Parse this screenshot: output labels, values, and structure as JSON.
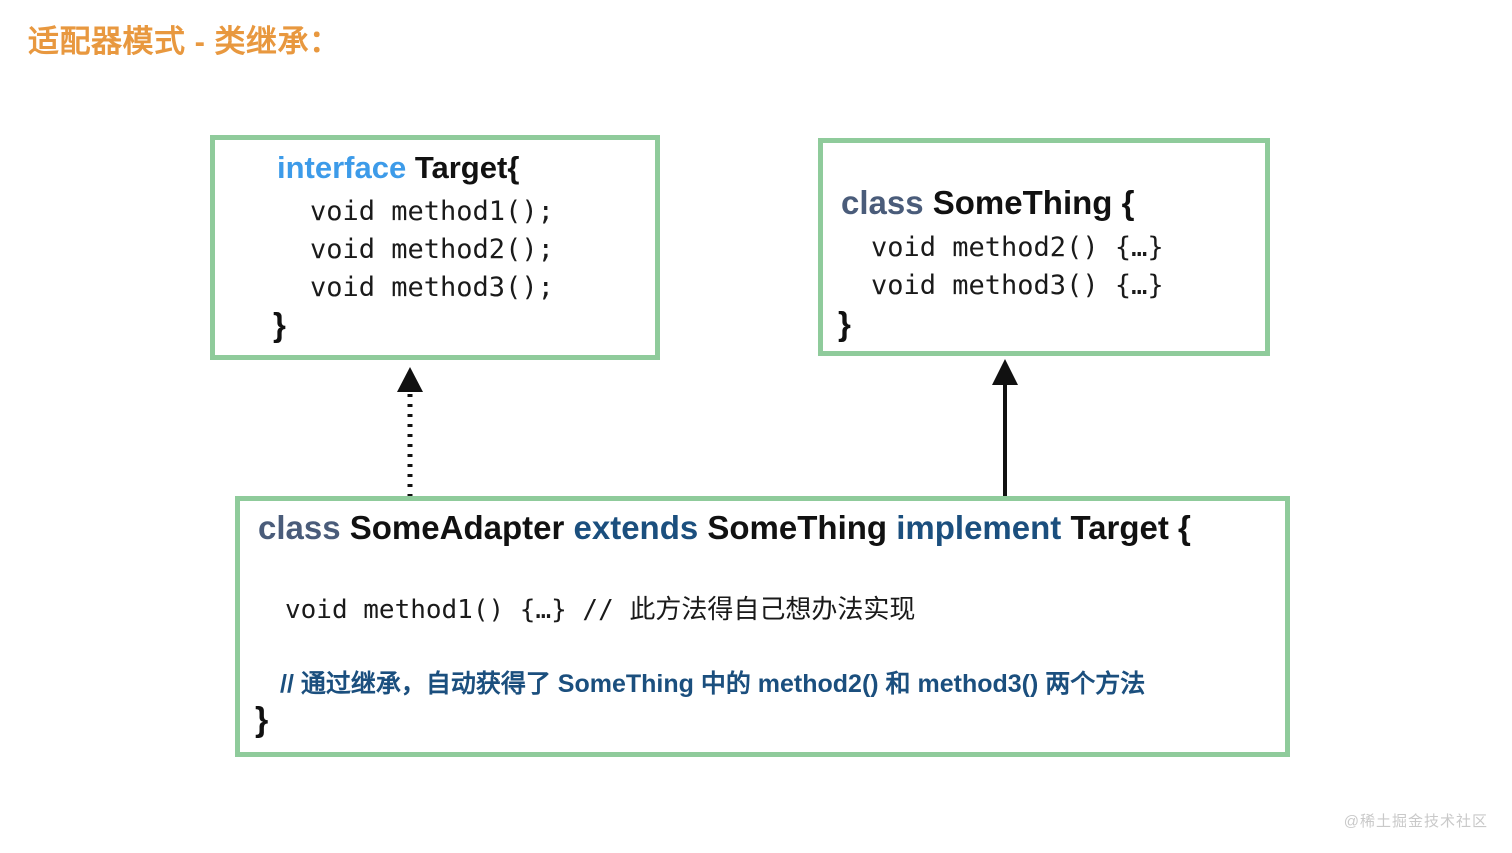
{
  "slide": {
    "title": "适配器模式 - 类继承：",
    "title_color": "#E8983F",
    "background": "#ffffff",
    "box_border_color": "#8FCB9B",
    "watermark": "@稀土掘金技术社区"
  },
  "boxes": {
    "target": {
      "name": "interface Target",
      "decl": {
        "keyword": "interface",
        "keyword_color": "#3D9BE9",
        "identifier": "Target",
        "open_brace": "{"
      },
      "lines": [
        "void method1();",
        "void method2();",
        "void method3();"
      ],
      "close_brace": "}"
    },
    "something": {
      "name": "class SomeThing",
      "decl": {
        "keyword": "class",
        "keyword_color": "#4A5C7A",
        "identifier": "SomeThing",
        "open_brace": "{"
      },
      "lines": [
        "void method2() {…}",
        "void method3() {…}"
      ],
      "close_brace": "}"
    },
    "adapter": {
      "name": "class SomeAdapter",
      "decl": {
        "keyword_class": "class",
        "identifier_adapter": "SomeAdapter",
        "keyword_extends": "extends",
        "identifier_something": "SomeThing",
        "keyword_implement": "implement",
        "identifier_target": "Target",
        "open_brace": "{",
        "class_color": "#4A5C7A",
        "extends_color": "#1B4F7E",
        "implement_color": "#1B4F7E"
      },
      "method_line": "void method1() {…} // 此方法得自己想办法实现",
      "comment_line": "// 通过继承，自动获得了 SomeThing 中的 method2() 和 method3() 两个方法",
      "comment_color": "#1B4F7E",
      "close_brace": "}"
    }
  },
  "arrows": [
    {
      "id": "implements",
      "style": "dotted",
      "head": "filled-triangle",
      "from": "class SomeAdapter",
      "to": "interface Target",
      "color": "#111111"
    },
    {
      "id": "extends",
      "style": "solid",
      "head": "filled-triangle",
      "from": "class SomeAdapter",
      "to": "class SomeThing",
      "color": "#111111"
    }
  ]
}
